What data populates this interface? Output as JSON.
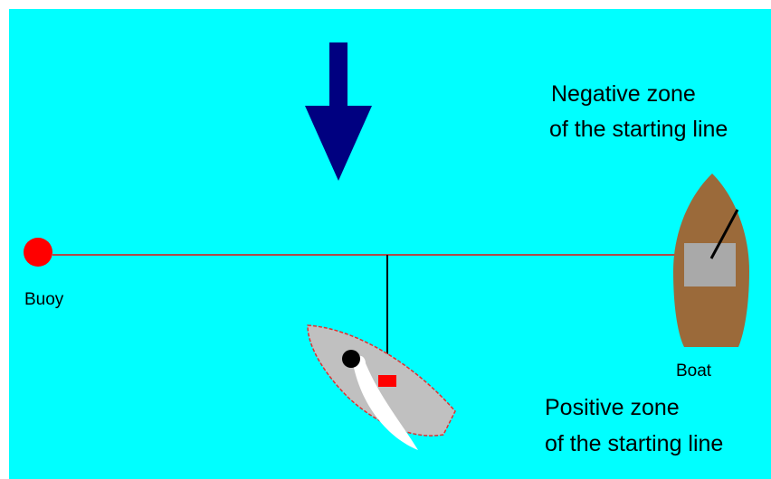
{
  "labels": {
    "buoy": "Buoy",
    "boat": "Boat",
    "negative_zone_line1": "Negative zone",
    "negative_zone_line2": "of the starting line",
    "positive_zone_line1": "Positive zone",
    "positive_zone_line2": "of the starting line"
  },
  "colors": {
    "water": "#00ffff",
    "wind_arrow": "#000080",
    "buoy": "#ff0000",
    "starting_line": "#b04848",
    "committee_boat_hull": "#9b6a3a",
    "committee_boat_cabin": "#a9a9a9",
    "sailboat_hull": "#c0c0c0",
    "sailboat_outline": "#e03030",
    "sail": "#ffffff",
    "position_marker": "#ff0000"
  },
  "icons": {
    "wind": "wind-direction-arrow",
    "buoy": "buoy-icon",
    "committee_boat": "committee-boat-icon",
    "sailboat": "sailboat-icon"
  }
}
